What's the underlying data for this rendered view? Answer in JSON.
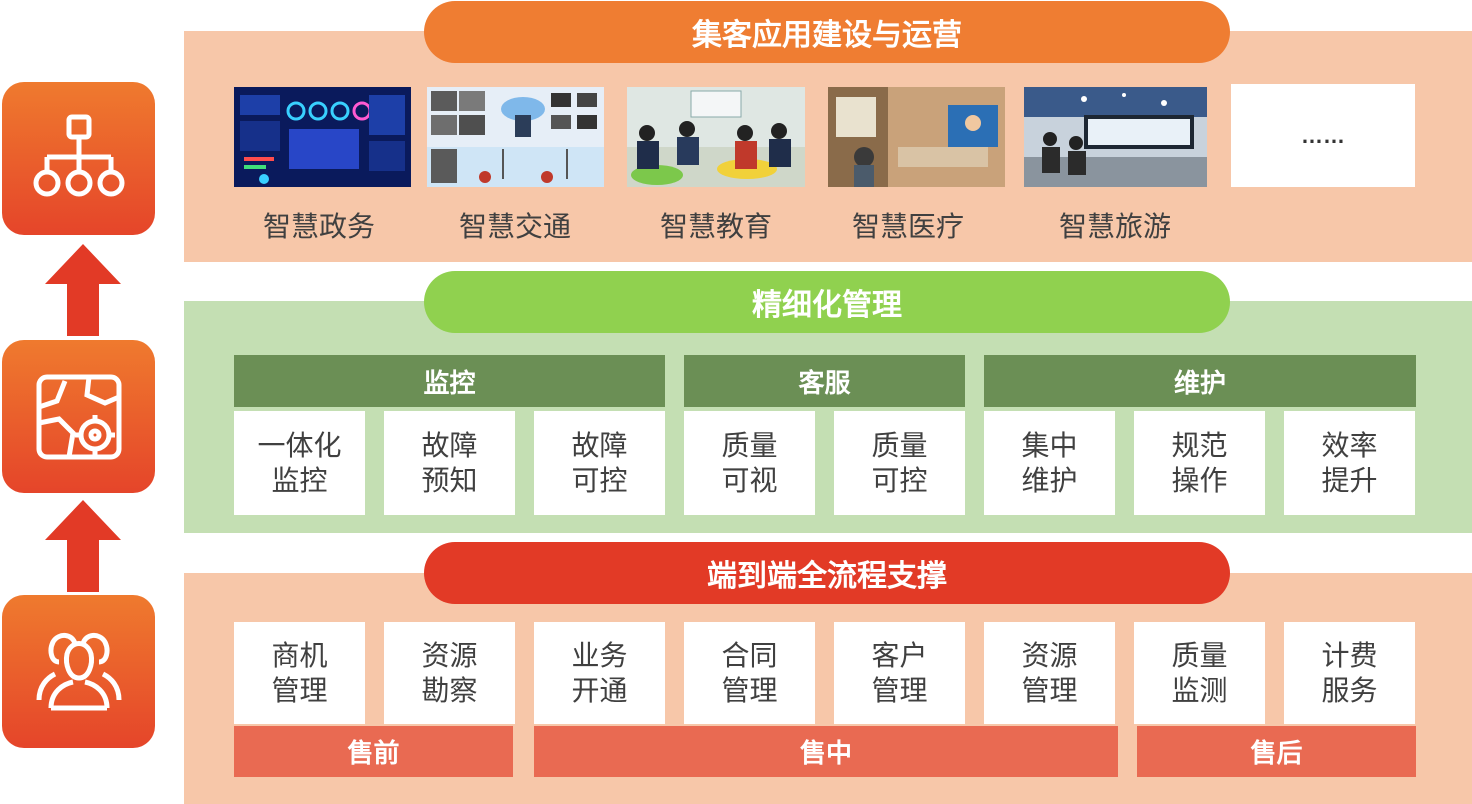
{
  "layers": {
    "top": {
      "title": "集客应用建设与运营",
      "apps": [
        {
          "label": "智慧政务"
        },
        {
          "label": "智慧交通"
        },
        {
          "label": "智慧教育"
        },
        {
          "label": "智慧医疗"
        },
        {
          "label": "智慧旅游"
        }
      ],
      "more": "……"
    },
    "middle": {
      "title": "精细化管理",
      "groups": [
        {
          "name": "监控",
          "items": [
            {
              "line1": "一体化",
              "line2": "监控"
            },
            {
              "line1": "故障",
              "line2": "预知"
            },
            {
              "line1": "故障",
              "line2": "可控"
            }
          ]
        },
        {
          "name": "客服",
          "items": [
            {
              "line1": "质量",
              "line2": "可视"
            },
            {
              "line1": "质量",
              "line2": "可控"
            }
          ]
        },
        {
          "name": "维护",
          "items": [
            {
              "line1": "集中",
              "line2": "维护"
            },
            {
              "line1": "规范",
              "line2": "操作"
            },
            {
              "line1": "效率",
              "line2": "提升"
            }
          ]
        }
      ]
    },
    "bottom": {
      "title": "端到端全流程支撑",
      "items": [
        {
          "line1": "商机",
          "line2": "管理"
        },
        {
          "line1": "资源",
          "line2": "勘察"
        },
        {
          "line1": "业务",
          "line2": "开通"
        },
        {
          "line1": "合同",
          "line2": "管理"
        },
        {
          "line1": "客户",
          "line2": "管理"
        },
        {
          "line1": "资源",
          "line2": "管理"
        },
        {
          "line1": "质量",
          "line2": "监测"
        },
        {
          "line1": "计费",
          "line2": "服务"
        }
      ],
      "phases": [
        {
          "label": "售前"
        },
        {
          "label": "售中"
        },
        {
          "label": "售后"
        }
      ]
    }
  },
  "colors": {
    "orange": "#ef7d32",
    "green": "#90d14f",
    "red": "#e23a26",
    "peach_band": "#f7c7a9",
    "green_band": "#c4dfb3",
    "group_header": "#6b8f55",
    "phase_bar": "#e96a52"
  },
  "icons": [
    "org-chart-icon",
    "gear-map-icon",
    "users-icon",
    "arrow-up-icon"
  ]
}
